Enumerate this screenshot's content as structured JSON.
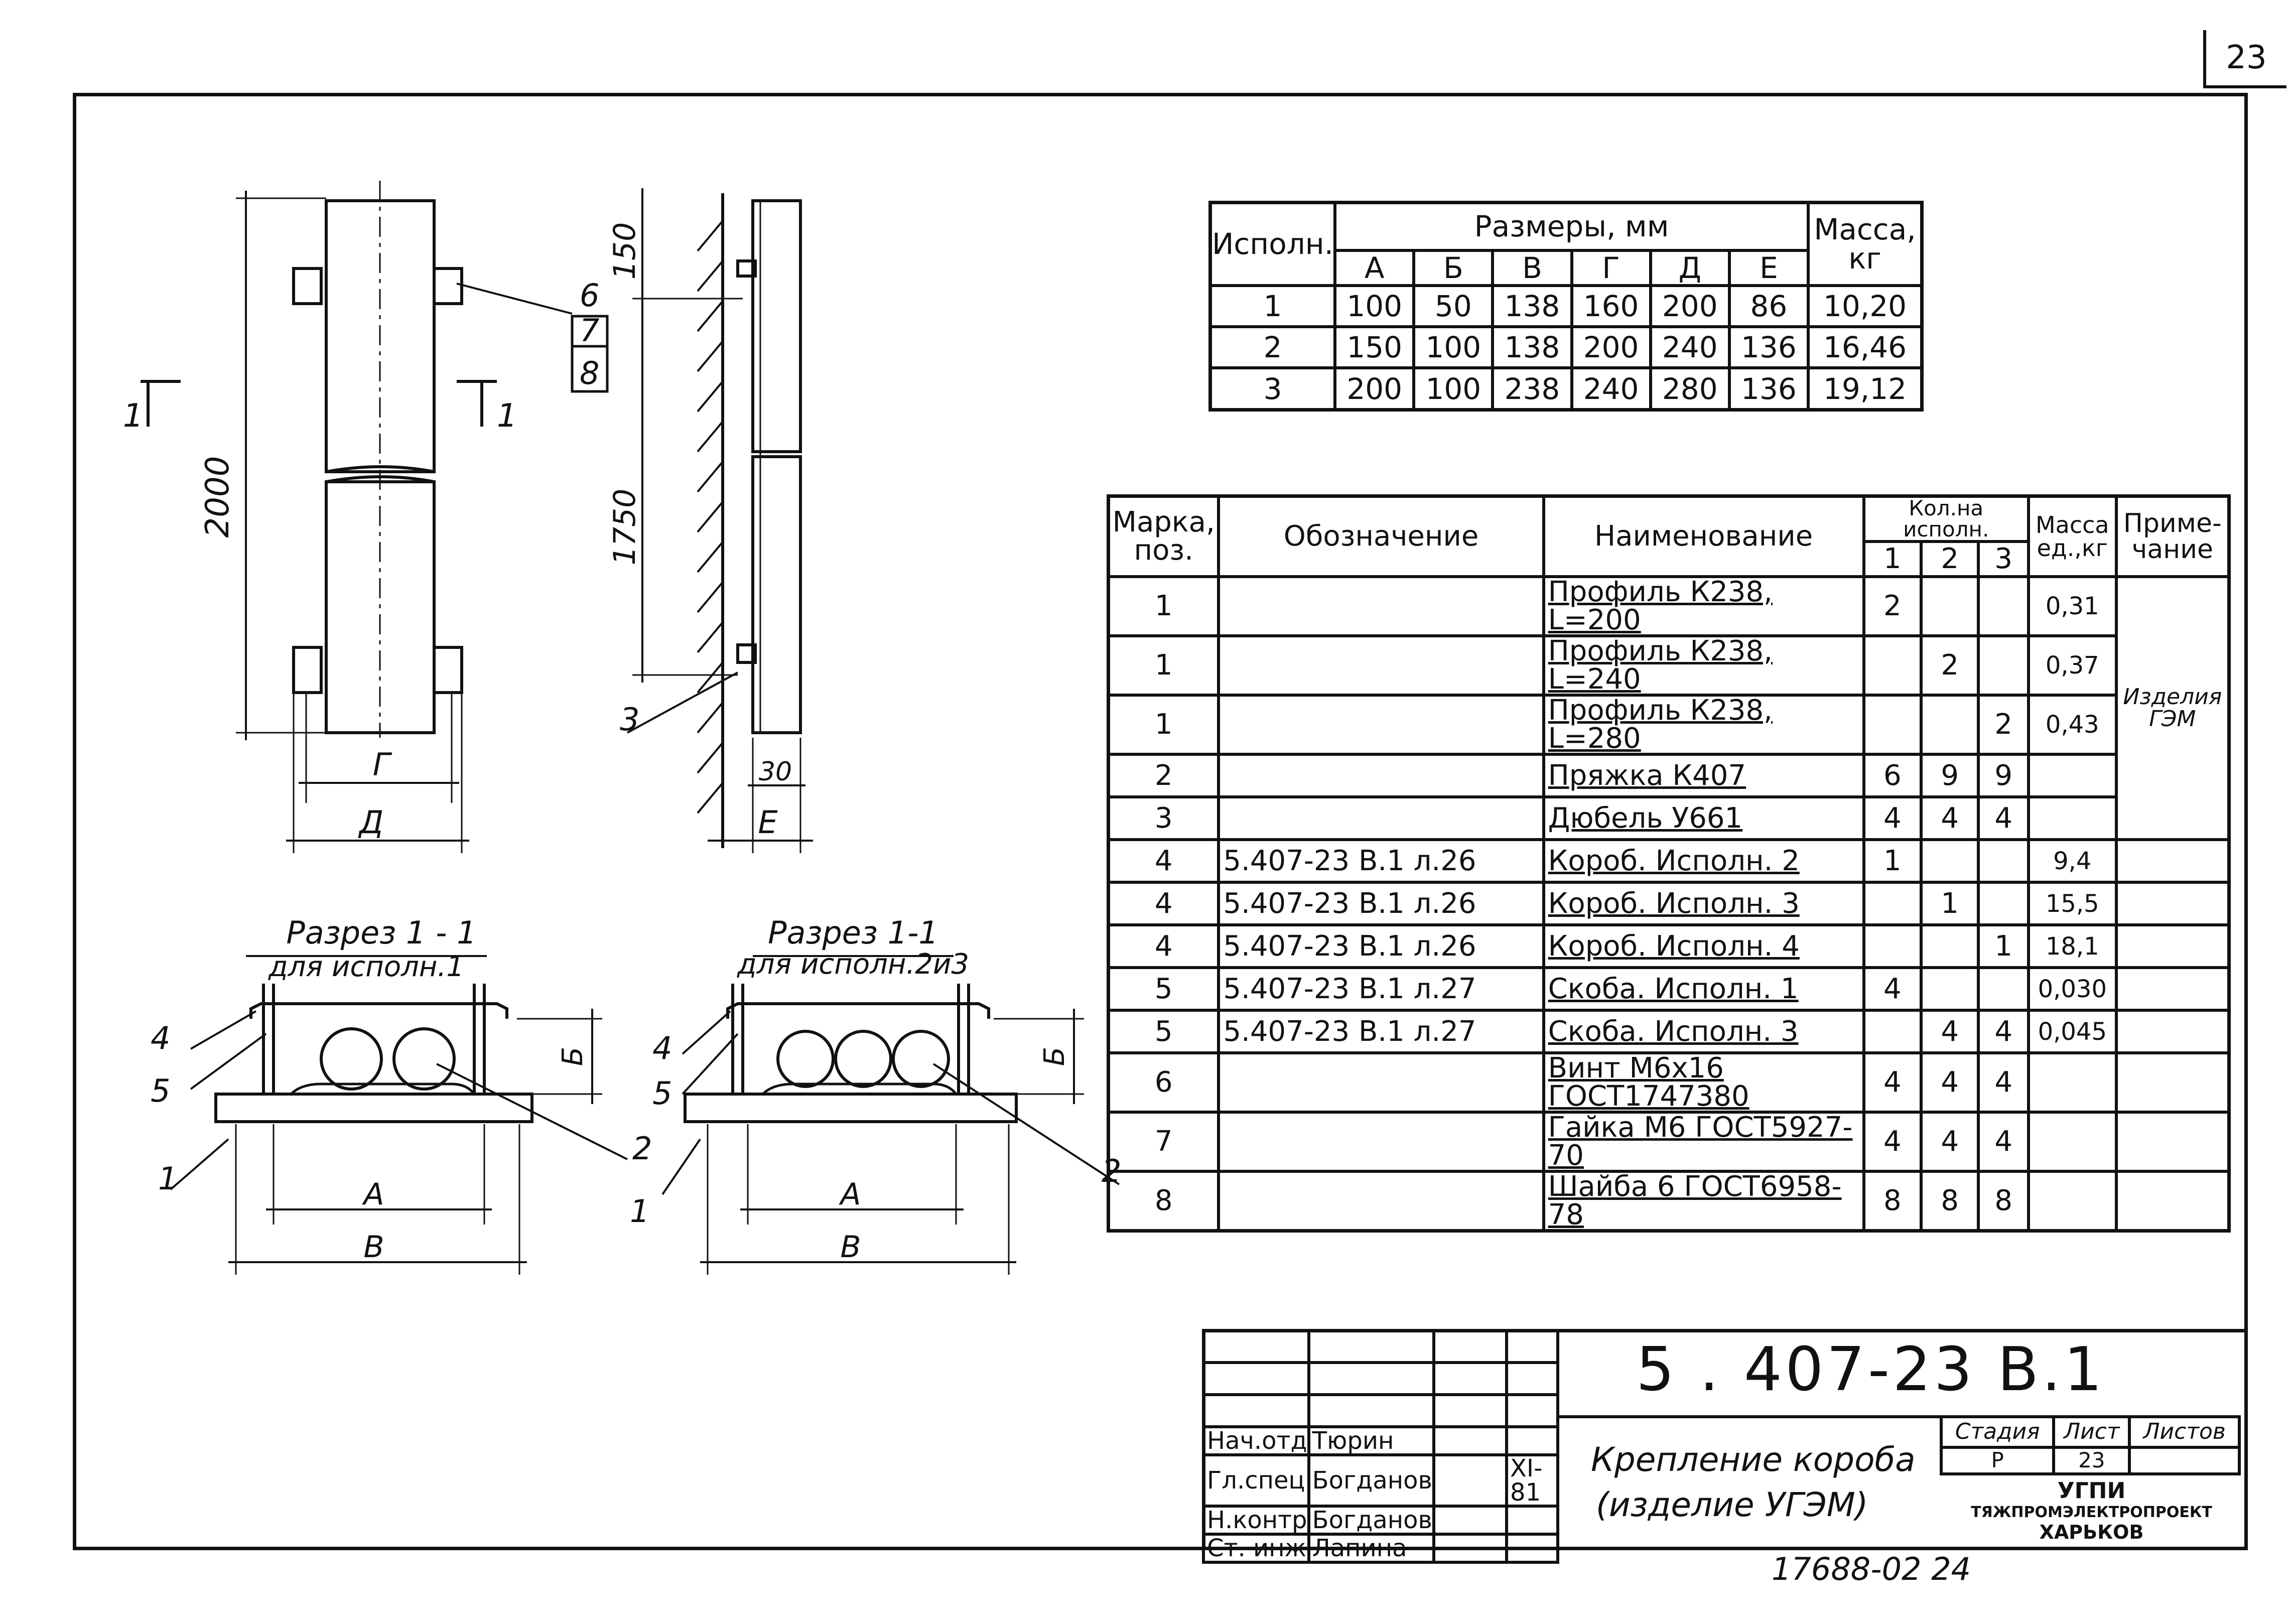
{
  "sheet_number": "23",
  "dimensions_table": {
    "header_exec": "Исполн.",
    "header_sizes": "Размеры, мм",
    "header_mass": "Масса, кг",
    "columns": [
      "А",
      "Б",
      "В",
      "Г",
      "Д",
      "Е"
    ],
    "rows": [
      {
        "exec": "1",
        "vals": [
          "100",
          "50",
          "138",
          "160",
          "200",
          "86"
        ],
        "mass": "10,20"
      },
      {
        "exec": "2",
        "vals": [
          "150",
          "100",
          "138",
          "200",
          "240",
          "136"
        ],
        "mass": "16,46"
      },
      {
        "exec": "3",
        "vals": [
          "200",
          "100",
          "238",
          "240",
          "280",
          "136"
        ],
        "mass": "19,12"
      }
    ]
  },
  "spec_table": {
    "h_mark": "Марка, поз.",
    "h_designation": "Обозначение",
    "h_name": "Наименование",
    "h_qty": "Кол.на исполн.",
    "h_qty_cols": [
      "1",
      "2",
      "3"
    ],
    "h_mass": "Масса ед.,кг",
    "h_note": "Приме- чание",
    "note_group": "Изделия ГЭМ",
    "rows": [
      {
        "mark": "1",
        "des": "",
        "name": "Профиль К238, L=200",
        "q1": "2",
        "q2": "",
        "q3": "",
        "mass": "0,31"
      },
      {
        "mark": "1",
        "des": "",
        "name": "Профиль К238, L=240",
        "q1": "",
        "q2": "2",
        "q3": "",
        "mass": "0,37"
      },
      {
        "mark": "1",
        "des": "",
        "name": "Профиль К238, L=280",
        "q1": "",
        "q2": "",
        "q3": "2",
        "mass": "0,43"
      },
      {
        "mark": "2",
        "des": "",
        "name": "Пряжка  К407",
        "q1": "6",
        "q2": "9",
        "q3": "9",
        "mass": ""
      },
      {
        "mark": "3",
        "des": "",
        "name": "Дюбель У661",
        "q1": "4",
        "q2": "4",
        "q3": "4",
        "mass": ""
      },
      {
        "mark": "4",
        "des": "5.407-23 В.1 л.26",
        "name": "Короб. Исполн. 2",
        "q1": "1",
        "q2": "",
        "q3": "",
        "mass": "9,4"
      },
      {
        "mark": "4",
        "des": "5.407-23 В.1 л.26",
        "name": "Короб. Исполн. 3",
        "q1": "",
        "q2": "1",
        "q3": "",
        "mass": "15,5"
      },
      {
        "mark": "4",
        "des": "5.407-23 В.1 л.26",
        "name": "Короб. Исполн. 4",
        "q1": "",
        "q2": "",
        "q3": "1",
        "mass": "18,1"
      },
      {
        "mark": "5",
        "des": "5.407-23 В.1 л.27",
        "name": "Скоба. Исполн. 1",
        "q1": "4",
        "q2": "",
        "q3": "",
        "mass": "0,030"
      },
      {
        "mark": "5",
        "des": "5.407-23 В.1 л.27",
        "name": "Скоба. Исполн. 3",
        "q1": "",
        "q2": "4",
        "q3": "4",
        "mass": "0,045"
      },
      {
        "mark": "6",
        "des": "",
        "name": "Винт М6х16 ГОСТ1747380",
        "q1": "4",
        "q2": "4",
        "q3": "4",
        "mass": ""
      },
      {
        "mark": "7",
        "des": "",
        "name": "Гайка М6 ГОСТ5927-70",
        "q1": "4",
        "q2": "4",
        "q3": "4",
        "mass": ""
      },
      {
        "mark": "8",
        "des": "",
        "name": "Шайба 6 ГОСТ6958-78",
        "q1": "8",
        "q2": "8",
        "q3": "8",
        "mass": ""
      }
    ]
  },
  "drawing": {
    "dim_2000": "2000",
    "dim_150": "150",
    "dim_1750": "1750",
    "dim_30": "30",
    "label_G": "Г",
    "label_D": "Д",
    "label_E": "Е",
    "label_A": "А",
    "label_B": "Б",
    "label_V": "В",
    "section_mark": "1",
    "callouts": [
      "1",
      "2",
      "3",
      "4",
      "5",
      "6",
      "7",
      "8"
    ],
    "section1_title": "Разрез 1 - 1",
    "section1_sub": "для исполн.1",
    "section2_title": "Разрез 1-1",
    "section2_sub": "для исполн.2и3"
  },
  "title_block": {
    "code": "5 . 407-23 В.1",
    "title_line1": "Крепление короба",
    "title_line2": "(изделие УГЭМ)",
    "stage_label": "Стадия",
    "sheet_label": "Лист",
    "sheets_label": "Листов",
    "stage": "Р",
    "sheet": "23",
    "org1": "УГПИ",
    "org2": "ТЯЖПРОМЭЛЕКТРОПРОЕКТ",
    "org3": "ХАРЬКОВ",
    "roles": [
      "Нач.отд",
      "Гл.спец",
      "Н.контр",
      "Ст. инж"
    ],
    "names": [
      "Тюрин",
      "Богданов",
      "Богданов",
      "Лапина"
    ],
    "date": "XI-81"
  },
  "archive_number": "17688-02  24"
}
